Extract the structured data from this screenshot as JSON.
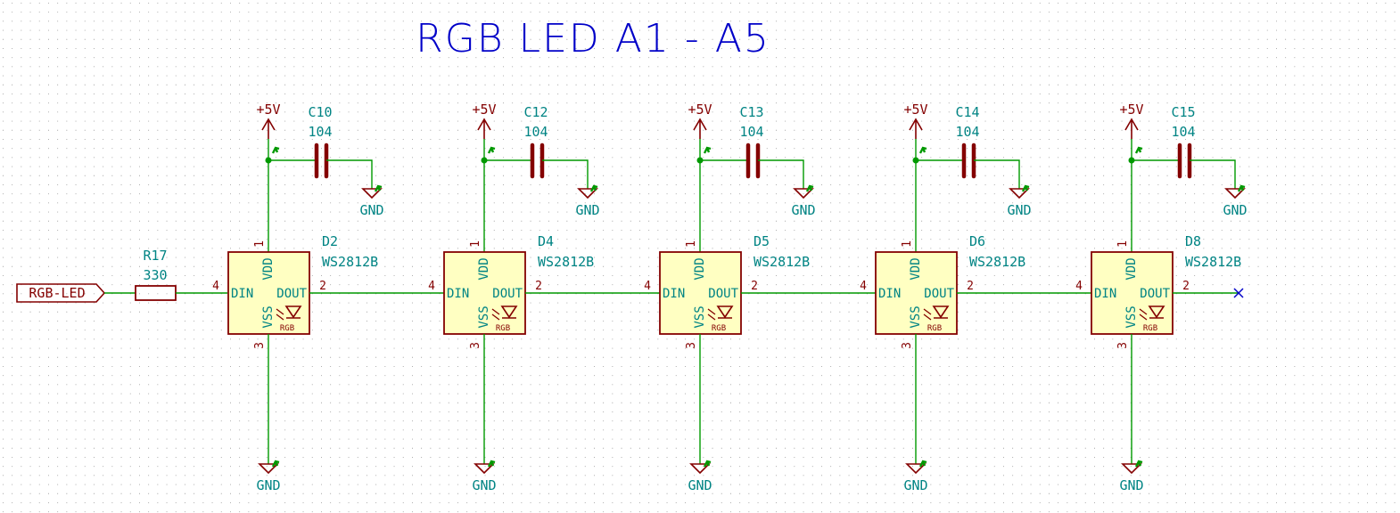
{
  "title": "RGB LED A1 - A5",
  "input_label": "RGB-LED",
  "resistor": {
    "ref": "R17",
    "value": "330"
  },
  "power_label": "+5V",
  "ground_label": "GND",
  "pins": {
    "vdd": "1",
    "dout": "2",
    "vss": "3",
    "din": "4"
  },
  "pin_names": {
    "vdd": "VDD",
    "vss": "VSS",
    "din": "DIN",
    "dout": "DOUT"
  },
  "rgb_marker": "RGB",
  "leds": [
    {
      "ref": "D2",
      "part": "WS2812B",
      "cap_ref": "C10",
      "cap_value": "104"
    },
    {
      "ref": "D4",
      "part": "WS2812B",
      "cap_ref": "C12",
      "cap_value": "104"
    },
    {
      "ref": "D5",
      "part": "WS2812B",
      "cap_ref": "C13",
      "cap_value": "104"
    },
    {
      "ref": "D6",
      "part": "WS2812B",
      "cap_ref": "C14",
      "cap_value": "104"
    },
    {
      "ref": "D8",
      "part": "WS2812B",
      "cap_ref": "C15",
      "cap_value": "104"
    }
  ],
  "colors": {
    "wire": "#009900",
    "symbol": "#840000",
    "body_fill": "#ffffc2",
    "text": "#008484",
    "title": "#0000c8",
    "grid": "#9a9a9a",
    "no_connect": "#0000c8"
  }
}
